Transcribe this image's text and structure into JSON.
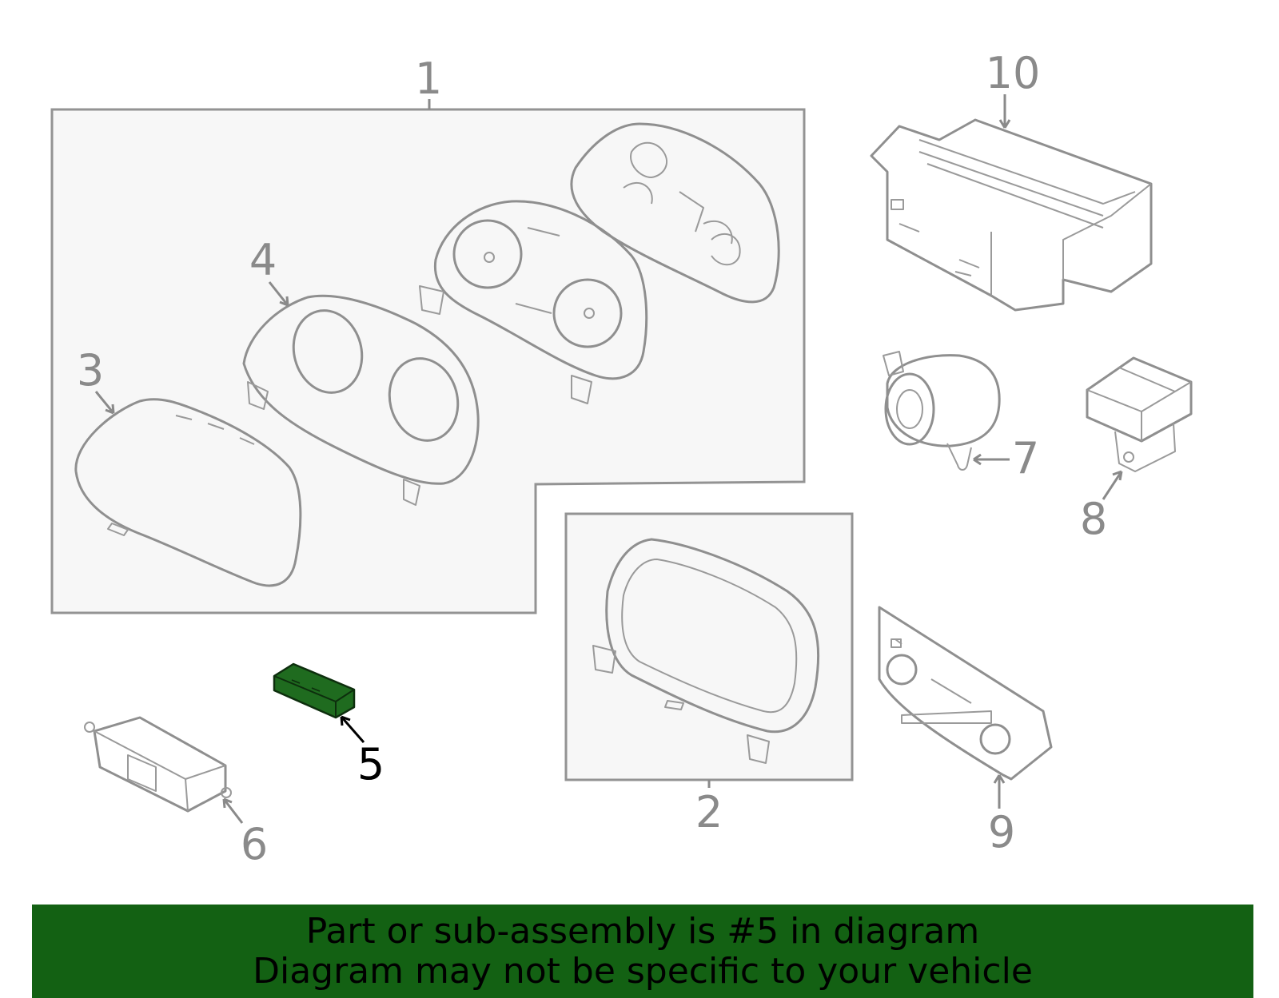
{
  "diagram": {
    "highlighted_part": "5",
    "highlight_color": "#1f6b1f",
    "callouts": [
      {
        "id": "c1",
        "label": "1"
      },
      {
        "id": "c2",
        "label": "2"
      },
      {
        "id": "c3",
        "label": "3"
      },
      {
        "id": "c4",
        "label": "4"
      },
      {
        "id": "c5",
        "label": "5"
      },
      {
        "id": "c6",
        "label": "6"
      },
      {
        "id": "c7",
        "label": "7"
      },
      {
        "id": "c8",
        "label": "8"
      },
      {
        "id": "c9",
        "label": "9"
      },
      {
        "id": "c10",
        "label": "10"
      }
    ]
  },
  "banner": {
    "background": "#136113",
    "line1": "Part or sub-assembly is #5 in diagram",
    "line2": "Diagram may not be specific to your vehicle"
  }
}
